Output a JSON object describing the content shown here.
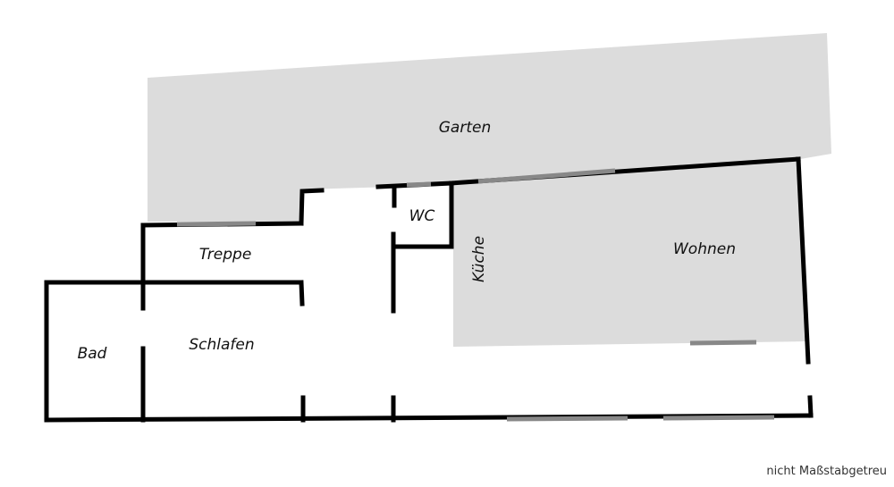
{
  "rooms": {
    "garten": "Garten",
    "wohnen": "Wohnen",
    "kueche": "Küche",
    "wc": "WC",
    "treppe": "Treppe",
    "schlafen": "Schlafen",
    "bad": "Bad"
  },
  "note": "nicht Maßstabgetreu",
  "colors": {
    "garden_fill": "#dcdcdc",
    "living_fill": "#dcdcdc",
    "wall": "#000000",
    "window": "#888888",
    "background": "#ffffff"
  }
}
